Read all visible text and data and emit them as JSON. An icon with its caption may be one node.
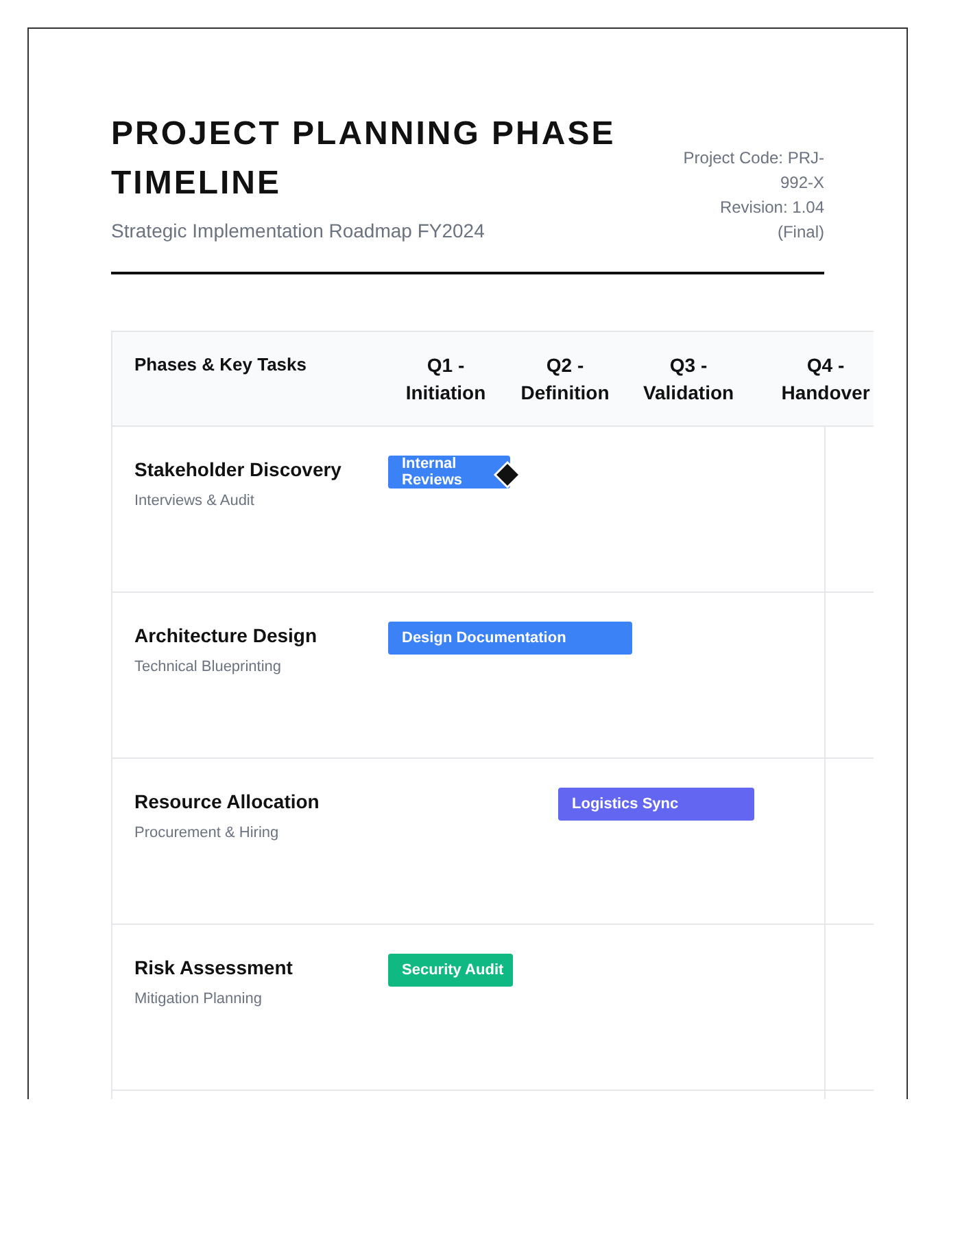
{
  "diagram": {
    "title": "PROJECT PLANNING PHASE TIMELINE",
    "nodes": [
      {
        "text": [
          "Internal Reviews"
        ]
      },
      {
        "text": [],
        "shape": "diamond"
      },
      {
        "text": [
          "Design Documentation"
        ]
      },
      {
        "text": [
          "Logistics Sync"
        ]
      },
      {
        "text": [
          "Security Audit"
        ]
      }
    ],
    "edges": [],
    "labels": [
      "Strategic Implementation Roadmap FY2024",
      "Project Code: PRJ-992-X",
      "Revision: 1.04 (Final)",
      "Phases & Key Tasks",
      "Q1 - Initiation",
      "Q2 - Definition",
      "Q3 - Validation",
      "Q4 - Handover",
      "Stakeholder Discovery",
      "Interviews & Audit",
      "Architecture Design",
      "Technical Blueprinting",
      "Resource Allocation",
      "Procurement & Hiring",
      "Risk Assessment",
      "Mitigation Planning"
    ]
  }
}
